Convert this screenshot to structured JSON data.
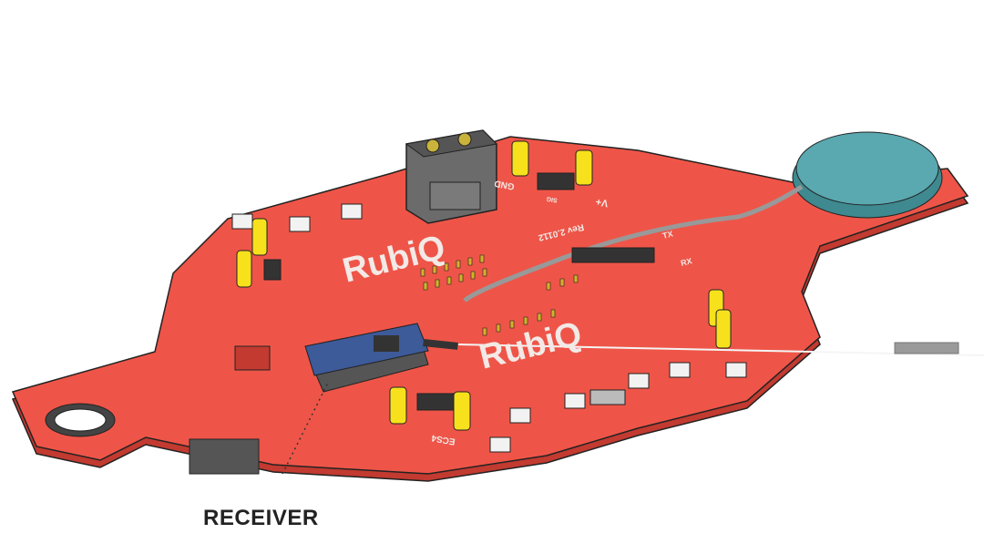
{
  "callout": {
    "label": "RECEIVER"
  },
  "board": {
    "logo_text": "RubiQ",
    "revision": "Rev 2.0112",
    "silkscreen": {
      "gnd": "GND",
      "vplus": "V+",
      "sig": "SIG",
      "tx": "TX",
      "rx": "RX",
      "esc": "ECS4"
    }
  },
  "colors": {
    "board": "#ee5548",
    "edge": "#c23a30",
    "standoff": "#f7e11c",
    "connector": "#6b6b6b",
    "module": "#3d5a99",
    "buzzer": "#5aa8b0"
  }
}
